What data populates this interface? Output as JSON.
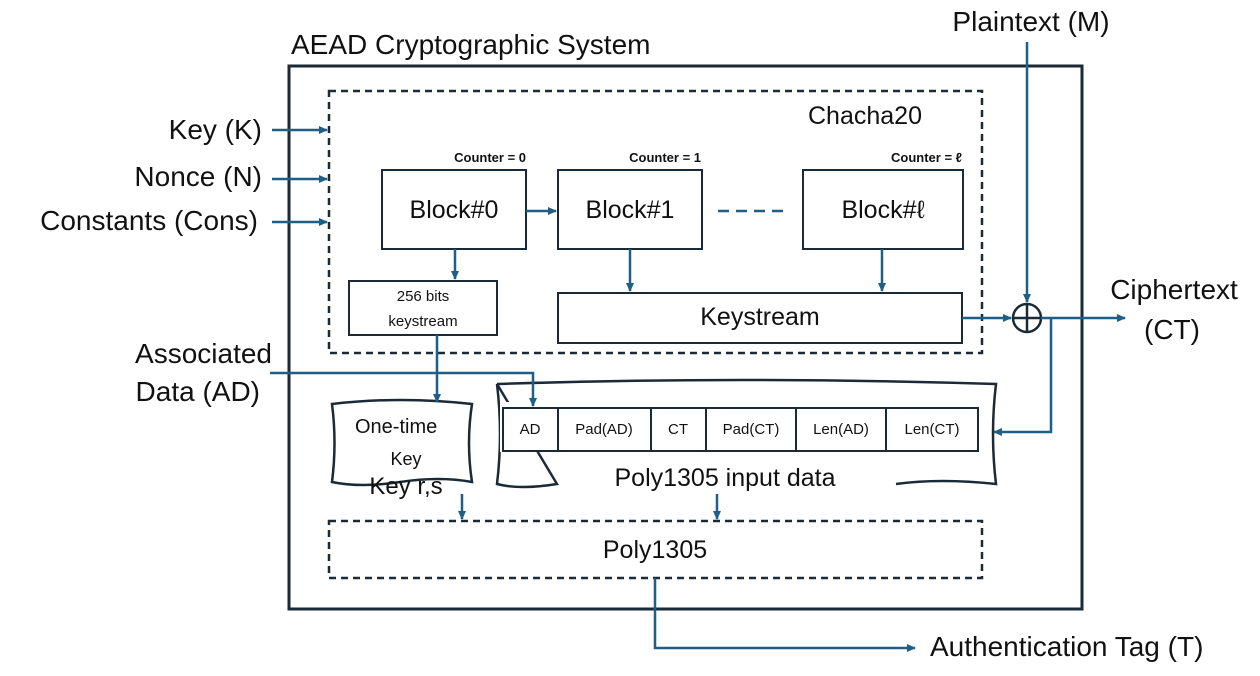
{
  "system_title": "AEAD Cryptographic System",
  "inputs": {
    "key": "Key (K)",
    "nonce": "Nonce (N)",
    "constants": "Constants (Cons)",
    "plaintext": "Plaintext (M)",
    "associated_data_line1": "Associated",
    "associated_data_line2": "Data (AD)"
  },
  "outputs": {
    "ciphertext_line1": "Ciphertext",
    "ciphertext_line2": "(CT)",
    "tag": "Authentication Tag (T)"
  },
  "chacha": {
    "title": "Chacha20",
    "blocks": [
      {
        "label": "Block#0",
        "counter": "Counter = 0"
      },
      {
        "label": "Block#1",
        "counter": "Counter = 1"
      },
      {
        "label": "Block#ℓ",
        "counter": "Counter = ℓ"
      }
    ],
    "keystream_256_line1": "256 bits",
    "keystream_256_line2": "keystream",
    "keystream": "Keystream"
  },
  "onetime_key": {
    "line1": "One-time",
    "line2": "Key",
    "line3": "Key r,s"
  },
  "poly_input": {
    "title": "Poly1305 input data",
    "cells": [
      "AD",
      "Pad(AD)",
      "CT",
      "Pad(CT)",
      "Len(AD)",
      "Len(CT)"
    ]
  },
  "poly": {
    "label": "Poly1305"
  },
  "colors": {
    "arrow": "#1f5f86",
    "box": "#1a2a36"
  }
}
